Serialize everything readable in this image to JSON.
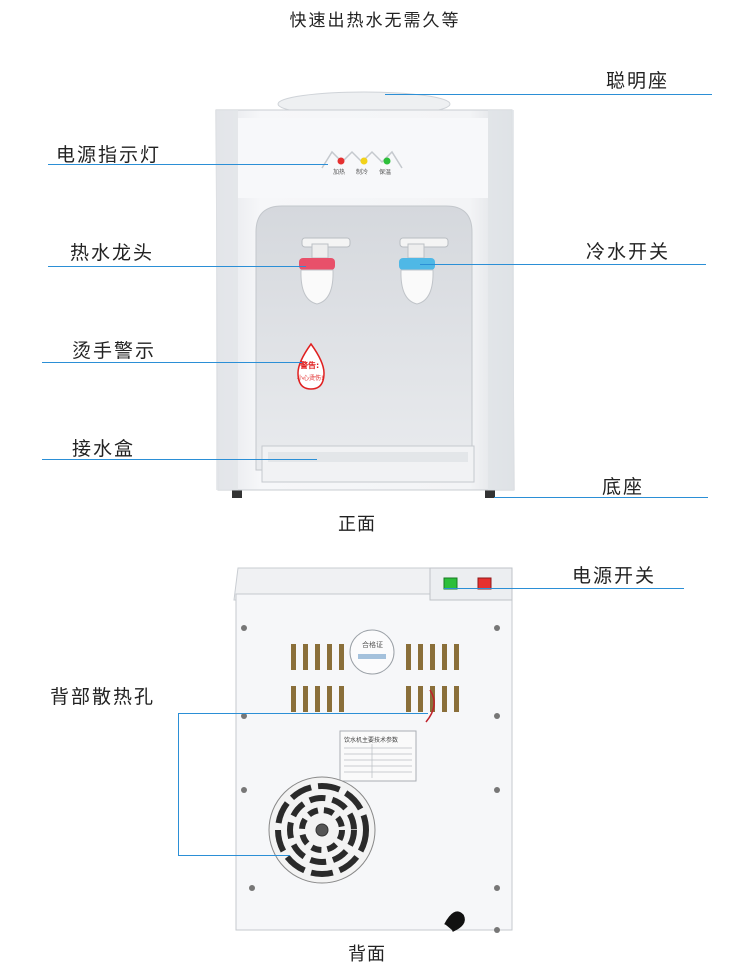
{
  "header": {
    "title": "快速出热水无需久等"
  },
  "front": {
    "caption": "正面",
    "labels": {
      "smart_seat": "聪明座",
      "power_light": "电源指示灯",
      "hot_tap": "热水龙头",
      "cold_switch": "冷水开关",
      "hot_warning": "烫手警示",
      "drip_tray": "接水盒",
      "base": "底座"
    },
    "indicators": [
      "加热",
      "制冷",
      "保温"
    ],
    "warning_sticker": {
      "line1": "警告:",
      "line2": "小心烫伤!"
    }
  },
  "back": {
    "caption": "背面",
    "labels": {
      "power_switch": "电源开关",
      "vents": "背部散热孔"
    },
    "cert_label": "合格证",
    "spec_title": "饮水机主要技术参数"
  },
  "colors": {
    "leader_line": "#2b8fd6",
    "indicator_red": "#e53030",
    "indicator_yellow": "#f2d21a",
    "indicator_green": "#2cbf3a",
    "hot_ring": "#e8506a",
    "cold_ring": "#4fb8e6",
    "warning_red": "#e02020"
  }
}
